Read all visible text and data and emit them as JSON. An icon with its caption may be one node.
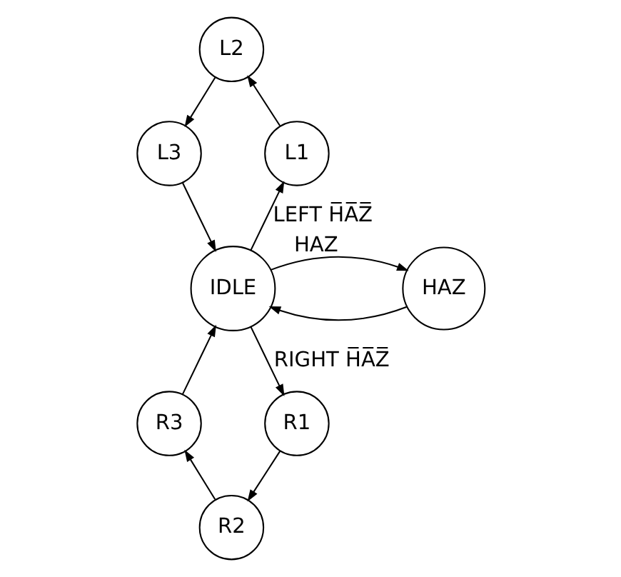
{
  "diagram": {
    "nodes": [
      {
        "text": [
          "L2"
        ]
      },
      {
        "text": [
          "L3"
        ]
      },
      {
        "text": [
          "L1"
        ]
      },
      {
        "text": [
          "HAZ"
        ]
      },
      {
        "text": [
          "IDLE"
        ]
      },
      {
        "text": [
          "R3"
        ]
      },
      {
        "text": [
          "R1"
        ]
      },
      {
        "text": [
          "R2"
        ]
      }
    ],
    "edges": [
      {
        "from": 0,
        "to": 1,
        "arrow": "to"
      },
      {
        "from": 1,
        "to": 4,
        "arrow": "to"
      },
      {
        "from": 4,
        "to": 2,
        "arrow": "to",
        "label": "LEFT H̅A̅Z̅"
      },
      {
        "from": 2,
        "to": 0,
        "arrow": "to"
      },
      {
        "from": 3,
        "to": 4,
        "arrow": "to"
      },
      {
        "from": 4,
        "to": 3,
        "arrow": "to",
        "label": "HAZ"
      },
      {
        "from": 4,
        "to": 6,
        "arrow": "to",
        "label": "RIGHT H̅A̅Z̅"
      },
      {
        "from": 6,
        "to": 7,
        "arrow": "to"
      },
      {
        "from": 7,
        "to": 5,
        "arrow": "to"
      },
      {
        "from": 5,
        "to": 4,
        "arrow": "to"
      }
    ]
  }
}
